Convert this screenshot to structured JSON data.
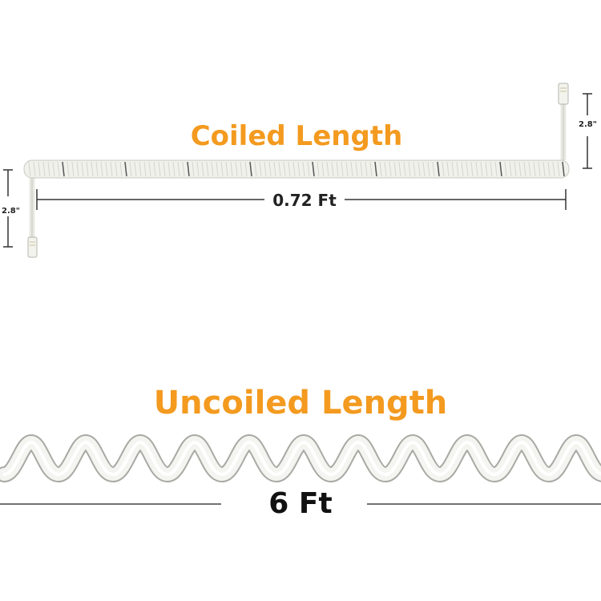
{
  "coiled": {
    "title": "Coiled Length",
    "length": "0.72 Ft",
    "left_dimension": "2.8\"",
    "right_dimension": "2.8\""
  },
  "uncoiled": {
    "title": "Uncoiled Length",
    "length": "6 Ft"
  },
  "colors": {
    "title": "#F39A1F",
    "cord": "#f2f2ee",
    "cord_shadow": "#b9b9b4",
    "line": "#333333"
  }
}
